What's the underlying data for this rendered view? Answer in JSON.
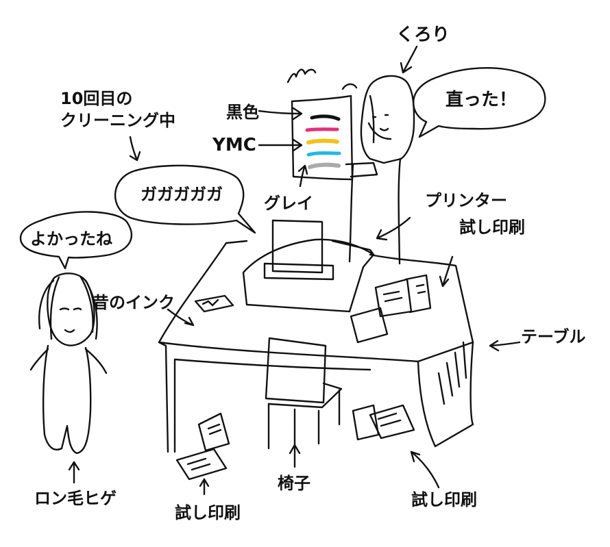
{
  "labels": {
    "kurori": "くろり",
    "speech_naotta": "直った！",
    "black": "黒色",
    "ymc": "YMC",
    "gray": "グレイ",
    "cleaning": "10回目の\nクリーニング中",
    "speech_gagaga": "ガガガガガ",
    "speech_yokatta": "よかったね",
    "printer": "プリンター",
    "test_print_top": "試し印刷",
    "old_ink": "昔のインク",
    "table": "テーブル",
    "chair": "椅子",
    "long_hair_beard": "ロン毛ヒゲ",
    "test_print_bottom_left": "試し印刷",
    "test_print_bottom_right": "試し印刷"
  },
  "colors": {
    "ink": "#111111",
    "stripe_magenta": "#e6307a",
    "stripe_yellow": "#f2c21b",
    "stripe_cyan": "#22b8e6",
    "stripe_gray": "#aaaaaa"
  }
}
